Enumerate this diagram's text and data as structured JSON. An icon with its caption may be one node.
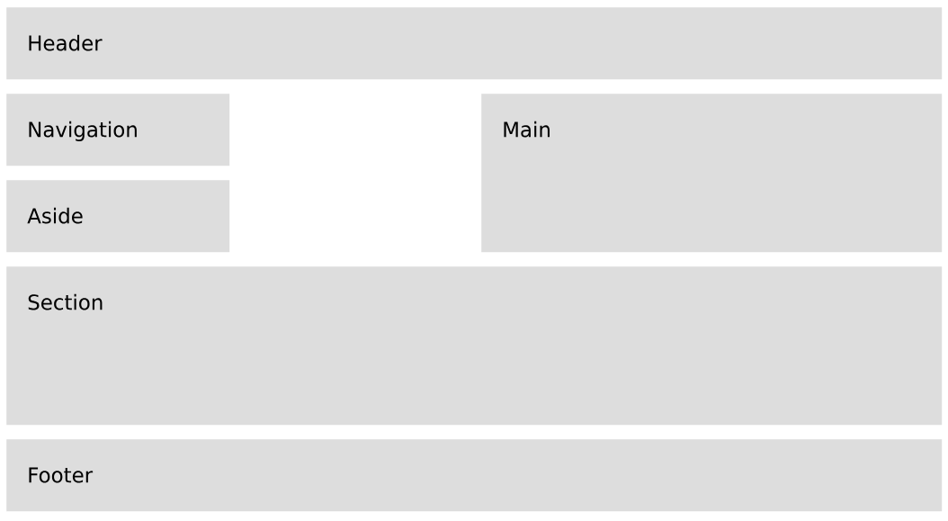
{
  "diagram": {
    "nodes": [
      {
        "text": [
          "Header"
        ]
      },
      {
        "text": [
          "Navigation"
        ]
      },
      {
        "text": [
          "Aside"
        ]
      },
      {
        "text": [
          "Main"
        ]
      },
      {
        "text": [
          "Section"
        ]
      },
      {
        "text": [
          "Footer"
        ]
      }
    ]
  }
}
